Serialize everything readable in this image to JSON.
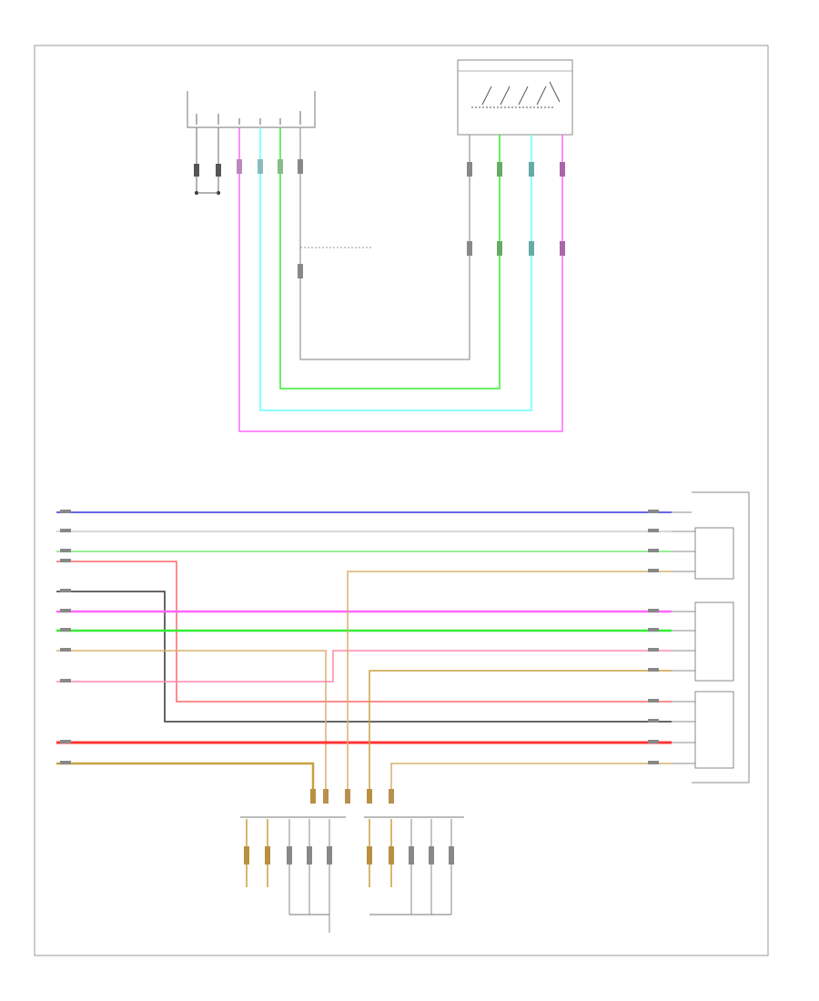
{
  "title": "",
  "footer_code": "",
  "connectors": [
    {
      "id": "top-left-harness",
      "label": "",
      "sublabel": ""
    },
    {
      "id": "top-right-switch",
      "label": ""
    },
    {
      "id": "right-motor-1",
      "label": ""
    },
    {
      "id": "right-motor-2",
      "label": ""
    },
    {
      "id": "right-motor-3",
      "label": ""
    },
    {
      "id": "right-assembly",
      "label": ""
    },
    {
      "id": "bottom-left-module",
      "label": ""
    },
    {
      "id": "bottom-right-module",
      "label": ""
    }
  ],
  "colors": {
    "frame": "#999999",
    "wire_gray": "#9a9a9a",
    "wire_magenta": "#ff66ff",
    "wire_cyan": "#66ffff",
    "wire_green": "#33ee33",
    "wire_blue": "#6666ee",
    "wire_lightgray": "#cccccc",
    "wire_lightgreen": "#99ee99",
    "wire_red": "#ff6666",
    "wire_dark": "#333333",
    "wire_tan": "#d9b070",
    "wire_pink": "#ff88aa",
    "wire_brightred": "#ff3333",
    "wire_goldtan": "#c8a040"
  },
  "note": ""
}
